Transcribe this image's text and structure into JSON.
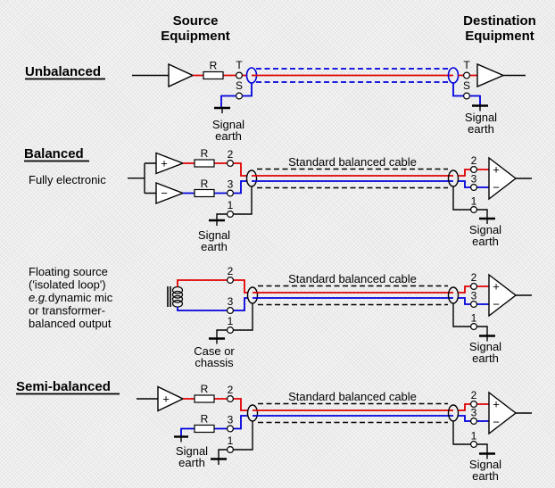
{
  "columns": {
    "source": [
      "Source",
      "Equipment"
    ],
    "destination": [
      "Destination",
      "Equipment"
    ]
  },
  "sections": {
    "unbalanced": {
      "title": "Unbalanced"
    },
    "balanced": {
      "title": "Balanced",
      "note": "Fully electronic"
    },
    "floating": {
      "note_lines": [
        "Floating source",
        "('isolated loop')",
        "e.g.",
        "dynamic mic",
        "or transformer-",
        "balanced output"
      ]
    },
    "semi_balanced": {
      "title": "Semi-balanced"
    }
  },
  "cable": {
    "label": "Standard balanced cable"
  },
  "pins": {
    "tip": "T",
    "sleeve": "S",
    "p1": "1",
    "p2": "2",
    "p3": "3"
  },
  "parts": {
    "resistor": "R",
    "plus": "+",
    "minus": "−"
  },
  "grounds": {
    "signal": [
      "Signal",
      "earth"
    ],
    "case": [
      "Case or",
      "chassis"
    ]
  },
  "colors": {
    "hot_wire": "#e00000",
    "cold_wire": "#0000dd",
    "shield": "#000000",
    "background": "#ededed"
  }
}
